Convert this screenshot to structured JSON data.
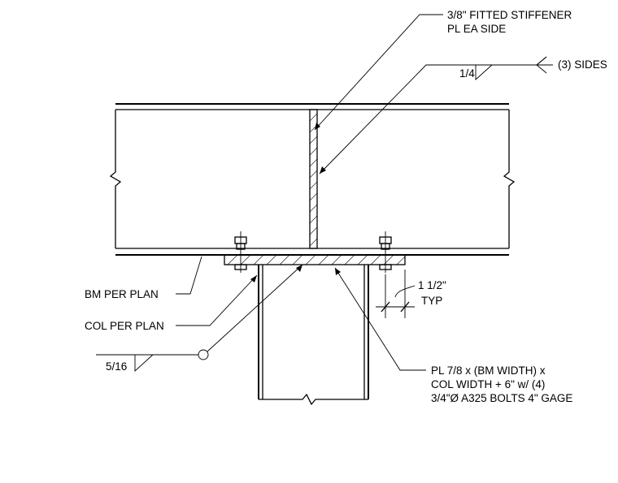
{
  "notes": {
    "stiffener_line1": "3/8\" FITTED STIFFENER",
    "stiffener_line2": "PL EA SIDE",
    "weld_sides": "(3) SIDES",
    "weld_size_top": "1/4",
    "beam": "BM PER PLAN",
    "column": "COL PER PLAN",
    "weld_size_bottom": "5/16",
    "edge_dim": "1 1/2\"",
    "edge_dim_typ": "TYP",
    "plate_line1": "PL 7/8 x (BM WIDTH) x",
    "plate_line2": "COL WIDTH + 6\" w/ (4)",
    "plate_line3": "3/4\"Ø A325 BOLTS 4\" GAGE"
  }
}
